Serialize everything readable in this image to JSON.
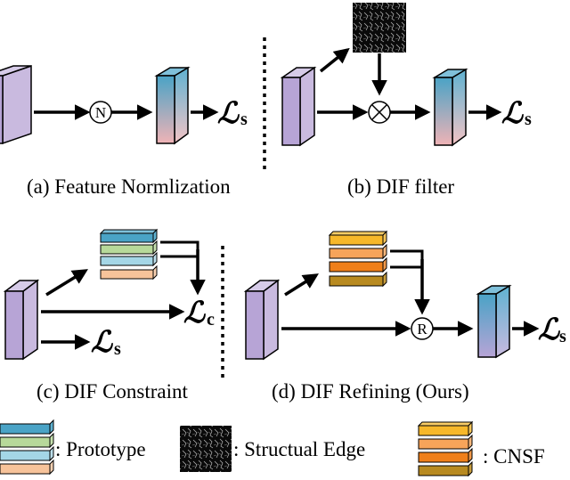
{
  "captions": {
    "a": "(a) Feature Normlization",
    "b": "(b) DIF filter",
    "c": "(c) DIF Constraint",
    "d": "(d) DIF Refining (Ours)"
  },
  "operators": {
    "normalize": "N",
    "multiply": "⊗",
    "refine": "R"
  },
  "losses": {
    "symbol": "ℒ",
    "seg_sub": "s",
    "con_sub": "c"
  },
  "legend": {
    "prototype": ": Prototype",
    "edge": ": Structual Edge",
    "cnsf": ": CNSF"
  },
  "colors": {
    "feature": "#b7a4d6",
    "feature_side": "#c9badf",
    "norm_top": "#4aa3c6",
    "norm_bottom": "#efb3b6",
    "proto": [
      "#4aa3c6",
      "#b7d99a",
      "#a4d6e6",
      "#f7c39a"
    ],
    "cnsf": [
      "#f7b82a",
      "#f7a45a",
      "#ef7f1a",
      "#b88a20"
    ],
    "refine_top": "#4aa3c6",
    "refine_bottom": "#b7a4d6"
  }
}
